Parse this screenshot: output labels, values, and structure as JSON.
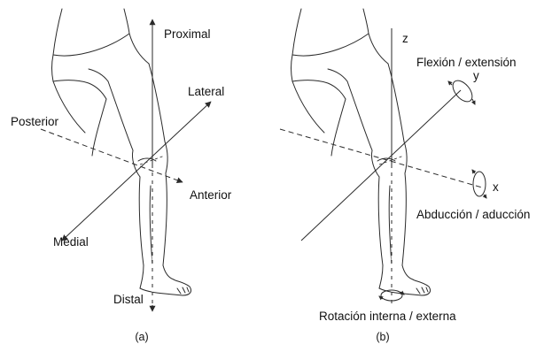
{
  "colors": {
    "ink": "#2a2a2a",
    "background": "#ffffff"
  },
  "panel_a": {
    "caption": "(a)",
    "labels": {
      "proximal": "Proximal",
      "distal": "Distal",
      "lateral": "Lateral",
      "medial": "Medial",
      "posterior": "Posterior",
      "anterior": "Anterior"
    }
  },
  "panel_b": {
    "caption": "(b)",
    "labels": {
      "z_axis": "z",
      "y_axis": "y",
      "x_axis": "x",
      "flexion": "Flexión / extensión",
      "abduction": "Abducción / aducción",
      "rotation": "Rotación interna / externa"
    }
  }
}
